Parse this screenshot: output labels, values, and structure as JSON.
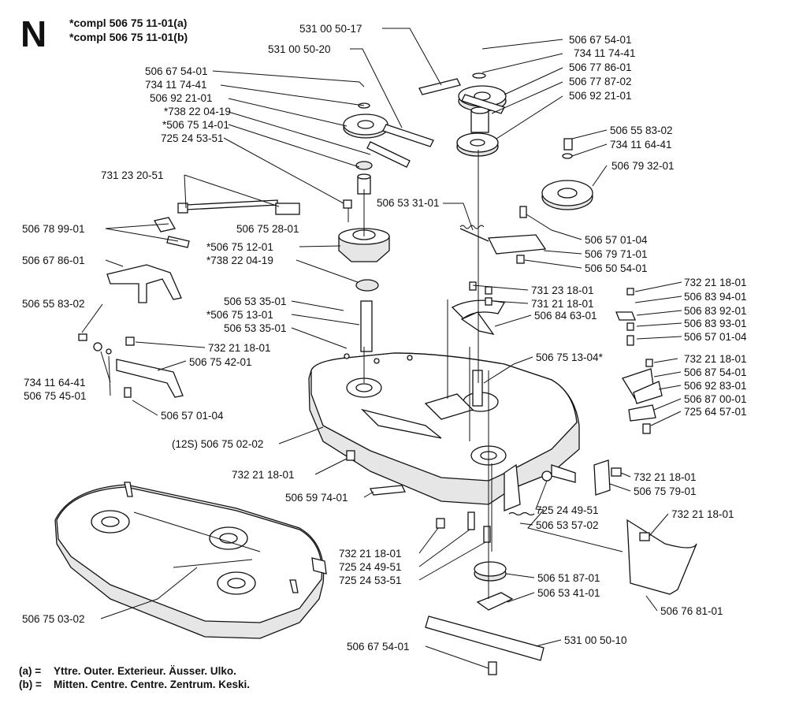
{
  "header": {
    "section_letter": "N",
    "compl_a": "*compl 506 75 11-01(a)",
    "compl_b": "*compl 506 75 11-01(b)"
  },
  "legend": {
    "a_key": "(a) =",
    "a_text": "Yttre. Outer. Exterieur. Äusser. Ulko.",
    "b_key": "(b) =",
    "b_text": "Mitten. Centre. Centre. Zentrum. Keski."
  },
  "labels": [
    "531 00 50-17",
    "531 00 50-20",
    "506 67 54-01",
    "734 11 74-41",
    "506 92 21-01",
    "*738 22 04-19",
    "*506 75 14-01",
    "725 24 53-51",
    "506 67 54-01",
    "734 11 74-41",
    "506 77 86-01",
    "506 77 87-02",
    "506 92 21-01",
    "506 55 83-02",
    "734 11 64-41",
    "506 79 32-01",
    "731 23 20-51",
    "506 53 31-01",
    "506 78 99-01",
    "506 75 28-01",
    "506 57 01-04",
    "506 79 71-01",
    "506 50 54-01",
    "506 67 86-01",
    "*506 75 12-01",
    "*738 22 04-19",
    "731 23 18-01",
    "731 21 18-01",
    "732 21 18-01",
    "506 83 94-01",
    "506 83 92-01",
    "506 83 93-01",
    "506 57 01-04",
    "506 55 83-02",
    "506 53 35-01",
    "*506 75 13-01",
    "506 53 35-01",
    "506 84 63-01",
    "732 21 18-01",
    "506 75 42-01",
    "506 75 13-04*",
    "732 21 18-01",
    "506 87 54-01",
    "506 92 83-01",
    "506 87 00-01",
    "725 64 57-01",
    "734 11 64-41",
    "506 75 45-01",
    "506 57 01-04",
    "(12S) 506 75 02-02",
    "732 21 18-01",
    "732 21 18-01",
    "506 75 79-01",
    "506 59 74-01",
    "725 24 49-51",
    "506 53 57-02",
    "732 21 18-01",
    "732 21 18-01",
    "725 24 49-51",
    "725 24 53-51",
    "506 51 87-01",
    "506 53 41-01",
    "506 75 03-02",
    "506 76 81-01",
    "531 00 50-10",
    "506 67 54-01"
  ]
}
